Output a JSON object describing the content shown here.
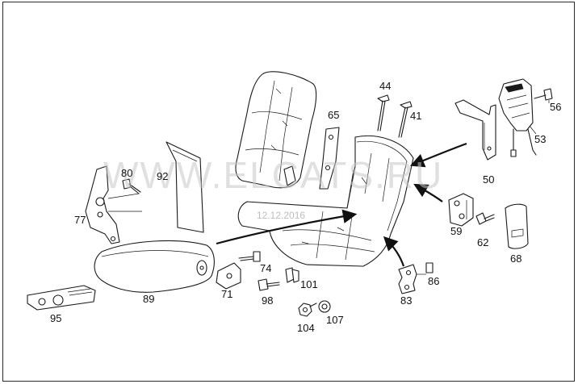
{
  "watermark": "WWW.ELCATS.RU",
  "datestamp": "12.12.2016",
  "callouts": {
    "c44": "44",
    "c41": "41",
    "c65": "65",
    "c56": "56",
    "c53": "53",
    "c50": "50",
    "c80": "80",
    "c92": "92",
    "c77": "77",
    "c59": "59",
    "c62": "62",
    "c68": "68",
    "c74": "74",
    "c101": "101",
    "c71": "71",
    "c98": "98",
    "c89": "89",
    "c95": "95",
    "c104": "104",
    "c107": "107",
    "c83": "83",
    "c86": "86"
  }
}
